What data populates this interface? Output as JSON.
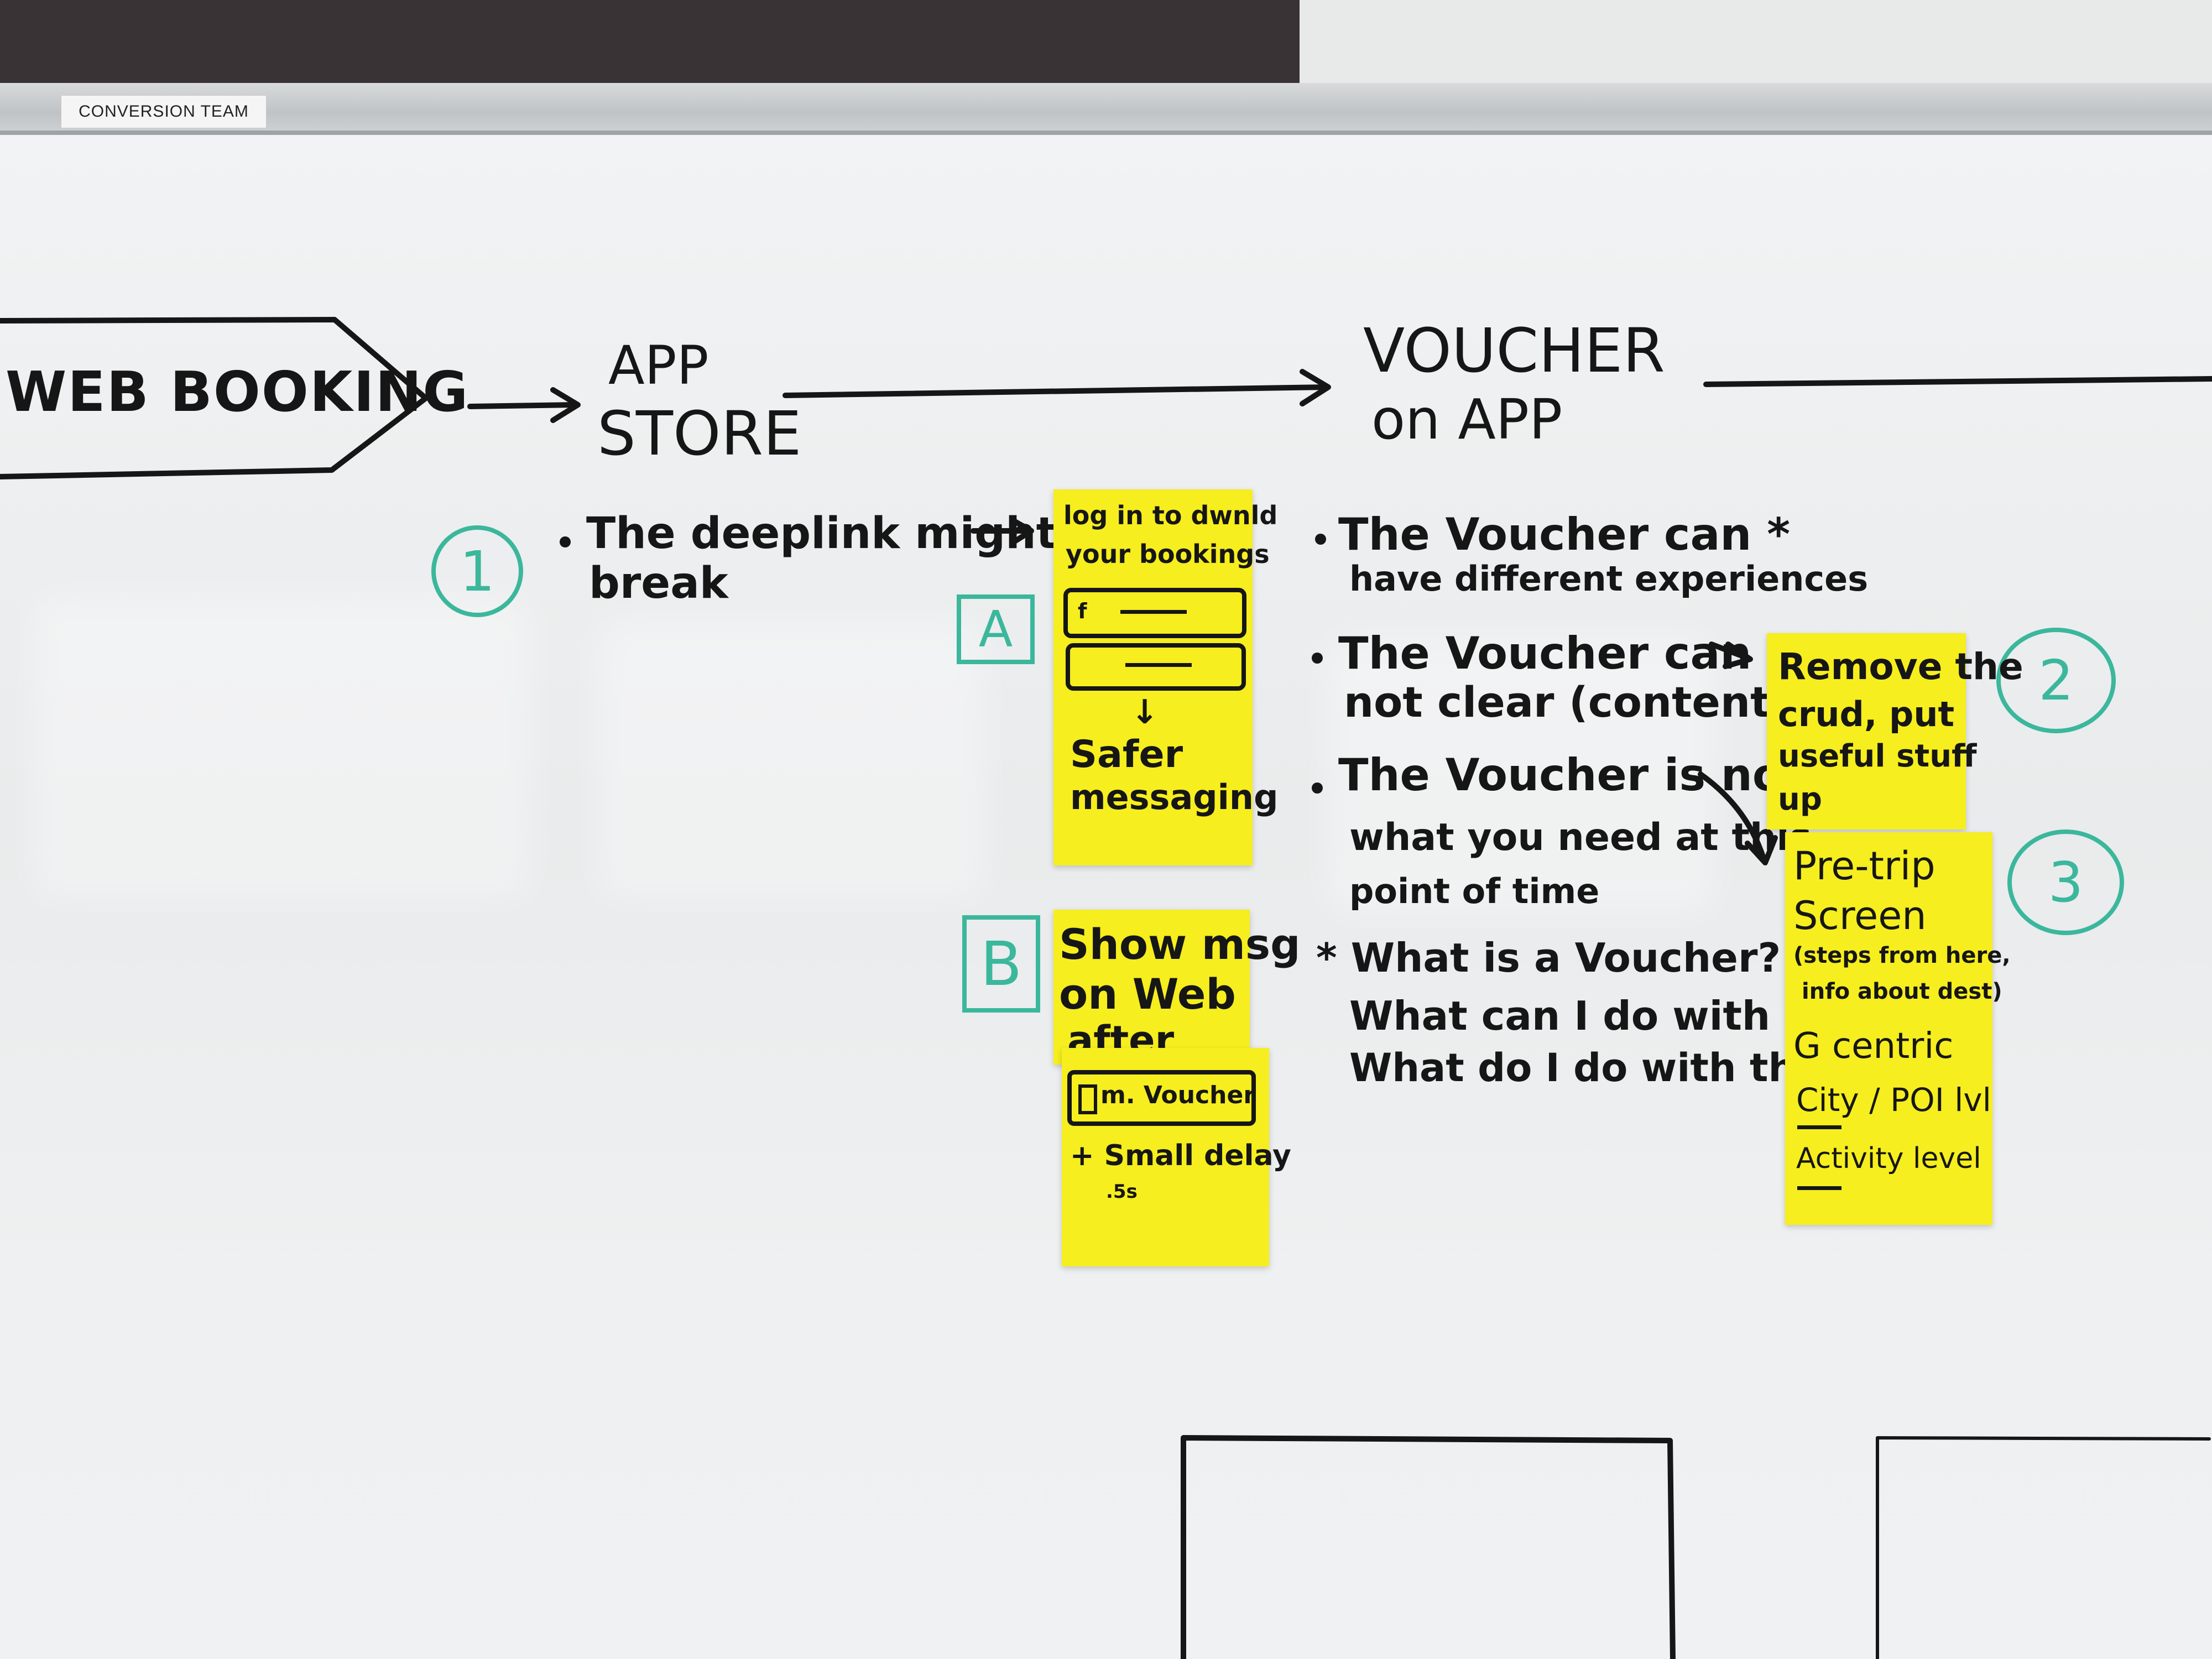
{
  "board_label": "CONVERSION TEAM",
  "flow": {
    "step1": "WEB BOOKING",
    "step2_line1": "APP",
    "step2_line2": "STORE",
    "step3_line1": "VOUCHER",
    "step3_line2": "on APP"
  },
  "markers": {
    "one": "1",
    "two": "2",
    "three": "3",
    "a": "A",
    "b": "B"
  },
  "issues_app_store": {
    "bullet1_line1": "The deeplink might",
    "bullet1_line2": "break"
  },
  "note_a": {
    "line1": "log in to dwnld",
    "line2": "your bookings",
    "button1_icon": "f",
    "arrow": "↓",
    "line3": "Safer",
    "line4": "messaging"
  },
  "note_b": {
    "line1": "Show msg",
    "line2": "on Web",
    "line3": "after",
    "button_label": "m. Voucher",
    "line4": "+ Small delay",
    "line5": ".5s"
  },
  "issues_voucher": {
    "b1_line1": "The Voucher can *",
    "b1_line2": "have different experiences",
    "b2_line1": "The Voucher can be",
    "b2_line2": "not clear (content, IA)",
    "b3_line1": "The Voucher is not",
    "b3_line2": "what you need at this",
    "b3_line3": "point of time",
    "q_line1": "* What is a Voucher?",
    "q_line2": "What can I do with it?",
    "q_line3": "What do I do with this?"
  },
  "note_2": {
    "line1": "Remove the",
    "line2": "crud, put",
    "line3": "useful stuff",
    "line4": "up"
  },
  "note_3": {
    "line1": "Pre-trip",
    "line2": "Screen",
    "line3": "(steps from here,",
    "line4": "info about dest)",
    "line5": "G centric",
    "line6": "City / POI lvl",
    "line7": "Activity level"
  }
}
